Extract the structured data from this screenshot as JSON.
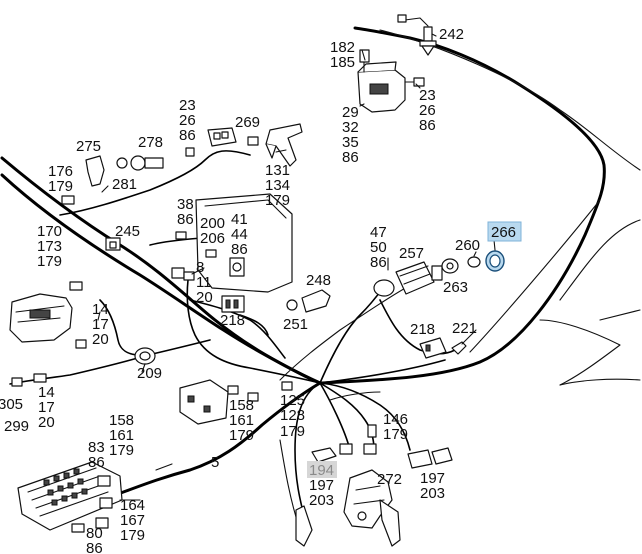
{
  "labels": {
    "l242": "242",
    "l182": "182",
    "l185": "185",
    "l29": "29",
    "l32": "32",
    "l35": "35",
    "l86a": "86",
    "l23a": "23",
    "l26a": "26",
    "l86b": "86",
    "l23b": "23",
    "l26b": "26",
    "l86c": "86",
    "l269": "269",
    "l275": "275",
    "l278": "278",
    "l176": "176",
    "l179a": "179",
    "l281": "281",
    "l131": "131",
    "l134": "134",
    "l179b": "179",
    "l38": "38",
    "l86d": "86",
    "l200": "200",
    "l206": "206",
    "l41": "41",
    "l44": "44",
    "l86e": "86",
    "l245": "245",
    "l170": "170",
    "l173": "173",
    "l179c": "179",
    "l8": "8",
    "l11": "11",
    "l20a": "20",
    "l248": "248",
    "l47": "47",
    "l50": "50",
    "l86f": "86",
    "l257": "257",
    "l260": "260",
    "l266": "266",
    "l263": "263",
    "l218a": "218",
    "l251": "251",
    "l218b": "218",
    "l221": "221",
    "l14a": "14",
    "l17a": "17",
    "l20b": "20",
    "l209": "209",
    "l14b": "14",
    "l17b": "17",
    "l20c": "20",
    "l305": "305",
    "l299": "299",
    "l158a": "158",
    "l161a": "161",
    "l179d": "179",
    "l158b": "158",
    "l161b": "161",
    "l179e": "179",
    "l125": "125",
    "l128": "128",
    "l179f": "179",
    "l146": "146",
    "l179g": "179",
    "l83": "83",
    "l86g": "86",
    "l5": "5",
    "l194": "194",
    "l197a": "197",
    "l203a": "203",
    "l272": "272",
    "l197b": "197",
    "l203b": "203",
    "l164": "164",
    "l167": "167",
    "l179h": "179",
    "l80": "80",
    "l86h": "86"
  },
  "highlight": {
    "selected_part": "266",
    "dimmed_part": "194",
    "selected_color": "#b9d9ef",
    "dimmed_color": "#d6d6d6"
  }
}
